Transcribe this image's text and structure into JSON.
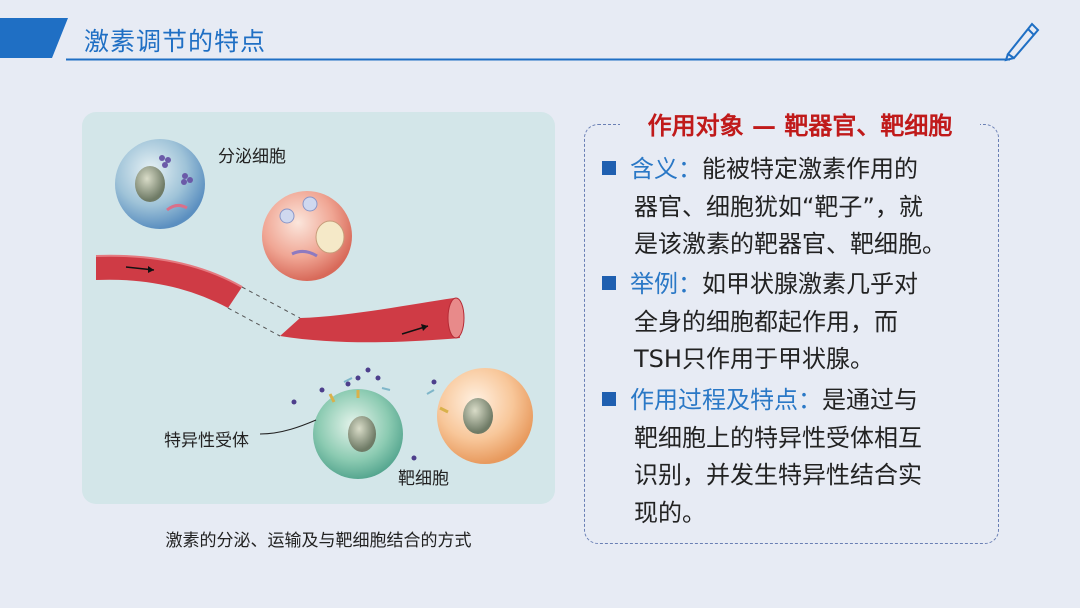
{
  "header": {
    "title": "激素调节的特点"
  },
  "figure": {
    "label_secreting": "分泌细胞",
    "label_receptor": "特异性受体",
    "label_target": "靶细胞",
    "caption": "激素的分泌、运输及与靶细胞结合的方式"
  },
  "info": {
    "heading": "作用对象 — 靶器官、靶细胞",
    "bullets": [
      {
        "key": "含义：",
        "lines": [
          "能被特定激素作用的",
          "器官、细胞犹如“靶子”，就",
          "是该激素的靶器官、靶细胞。"
        ]
      },
      {
        "key": "举例：",
        "lines": [
          "如甲状腺激素几乎对",
          "全身的细胞都起作用，而",
          "TSH只作用于甲状腺。"
        ]
      },
      {
        "key": "作用过程及特点：",
        "lines": [
          "是通过与",
          "靶细胞上的特异性受体相互",
          "识别，并发生特异性结合实",
          "现的。"
        ]
      }
    ]
  },
  "colors": {
    "accent": "#1f6fc4",
    "heading_red": "#c01a1a",
    "key_blue": "#2a78c6",
    "bullet": "#1f5fb0"
  }
}
